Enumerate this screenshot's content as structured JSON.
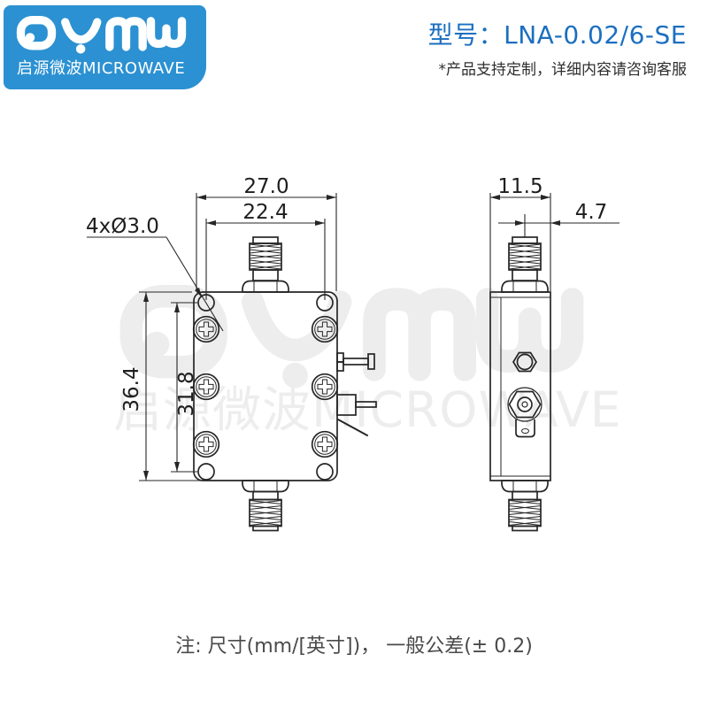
{
  "brand": {
    "glyphs": "QYMW",
    "name_cn": "启源微波",
    "name_en": "MICROWAVE"
  },
  "header": {
    "model_label": "型号：",
    "model_value": "LNA-0.02/6-SE",
    "custom_note": "*产品支持定制，详细内容请咨询客服"
  },
  "drawing": {
    "front_view": {
      "width_mm": "27.0",
      "hole_spacing_h_mm": "22.4",
      "height_mm": "36.4",
      "hole_spacing_v_mm": "31.8",
      "hole_callout": "4xØ3.0"
    },
    "side_view": {
      "width_mm": "11.5",
      "connector_offset_mm": "4.7"
    }
  },
  "watermark": {
    "glyphs": "QYMW",
    "text": "启源微波MICROWAVE"
  },
  "footer": {
    "note": "注: 尺寸(mm/[英寸])， 一般公差(± 0.2)"
  },
  "colors": {
    "brand_blue": "#2b91d2",
    "model_blue": "#1b6fc0",
    "line": "#262626",
    "watermark_gray": "#ededed"
  }
}
